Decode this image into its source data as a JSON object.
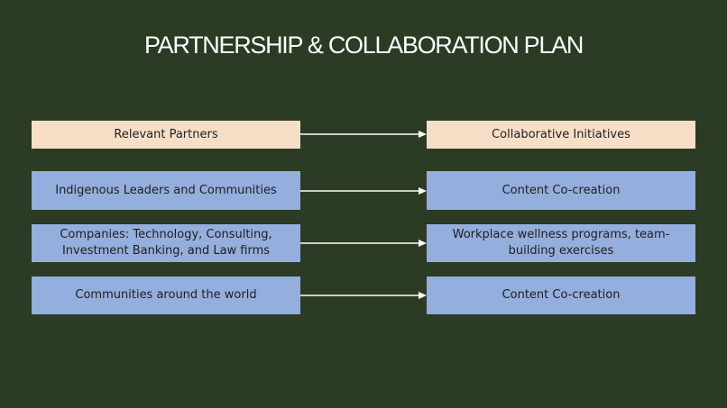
{
  "title": "PARTNERSHIP & COLLABORATION PLAN",
  "colors": {
    "background": "#2b3b24",
    "header_box": "#f7dec7",
    "item_box": "#94aedd",
    "arrow": "#ffffff"
  },
  "headers": {
    "left": "Relevant Partners",
    "right": "Collaborative Initiatives"
  },
  "rows": [
    {
      "partner": "Indigenous Leaders and Communities",
      "initiative": "Content Co-creation"
    },
    {
      "partner": "Companies: Technology, Consulting, Investment Banking, and Law firms",
      "initiative": "Workplace wellness programs, team-building exercises"
    },
    {
      "partner": "Communities around the world",
      "initiative": "Content Co-creation"
    }
  ]
}
